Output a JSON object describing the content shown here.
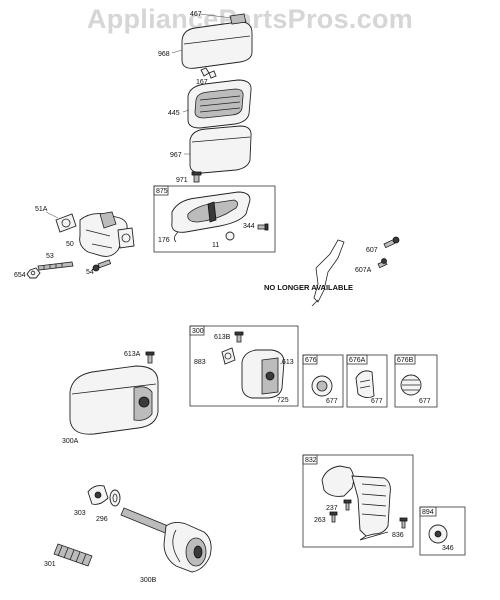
{
  "watermark": "AppliancePartsPros.com",
  "note": "NO LONGER AVAILABLE",
  "labels": {
    "p467": "467",
    "p968": "968",
    "p167": "167",
    "p445": "445",
    "p967": "967",
    "p971": "971",
    "p875": "875",
    "p176": "176",
    "p11": "11",
    "p344": "344",
    "p51A": "51A",
    "p50": "50",
    "p53": "53",
    "p654": "654",
    "p54": "54",
    "p607": "607",
    "p607A": "607A",
    "p300": "300",
    "p613B": "613B",
    "p883": "883",
    "p613": "613",
    "p725": "725",
    "p613A": "613A",
    "p300A": "300A",
    "p676": "676",
    "p677a": "677",
    "p676A": "676A",
    "p677b": "677",
    "p676B": "676B",
    "p677c": "677",
    "p832": "832",
    "p237": "237",
    "p263": "263",
    "p836": "836",
    "p894": "894",
    "p346": "346",
    "p303": "303",
    "p296": "296",
    "p301": "301",
    "p300B": "300B"
  }
}
